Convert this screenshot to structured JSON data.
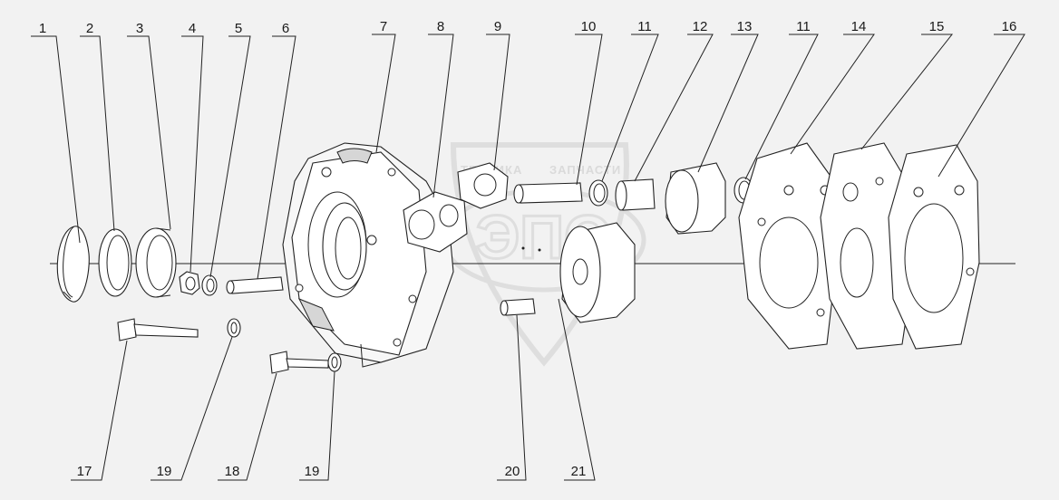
{
  "diagram": {
    "watermark": {
      "line1_left": "ТЕХНИКА",
      "line1_right": "ЗАПЧАСТИ",
      "monogram": "ЭПО"
    },
    "callouts_top": [
      "1",
      "2",
      "3",
      "4",
      "5",
      "6",
      "7",
      "8",
      "9",
      "10",
      "11",
      "12",
      "13",
      "11",
      "14",
      "15",
      "16"
    ],
    "callouts_bottom": [
      "17",
      "19",
      "18",
      "19",
      "20",
      "21"
    ]
  }
}
